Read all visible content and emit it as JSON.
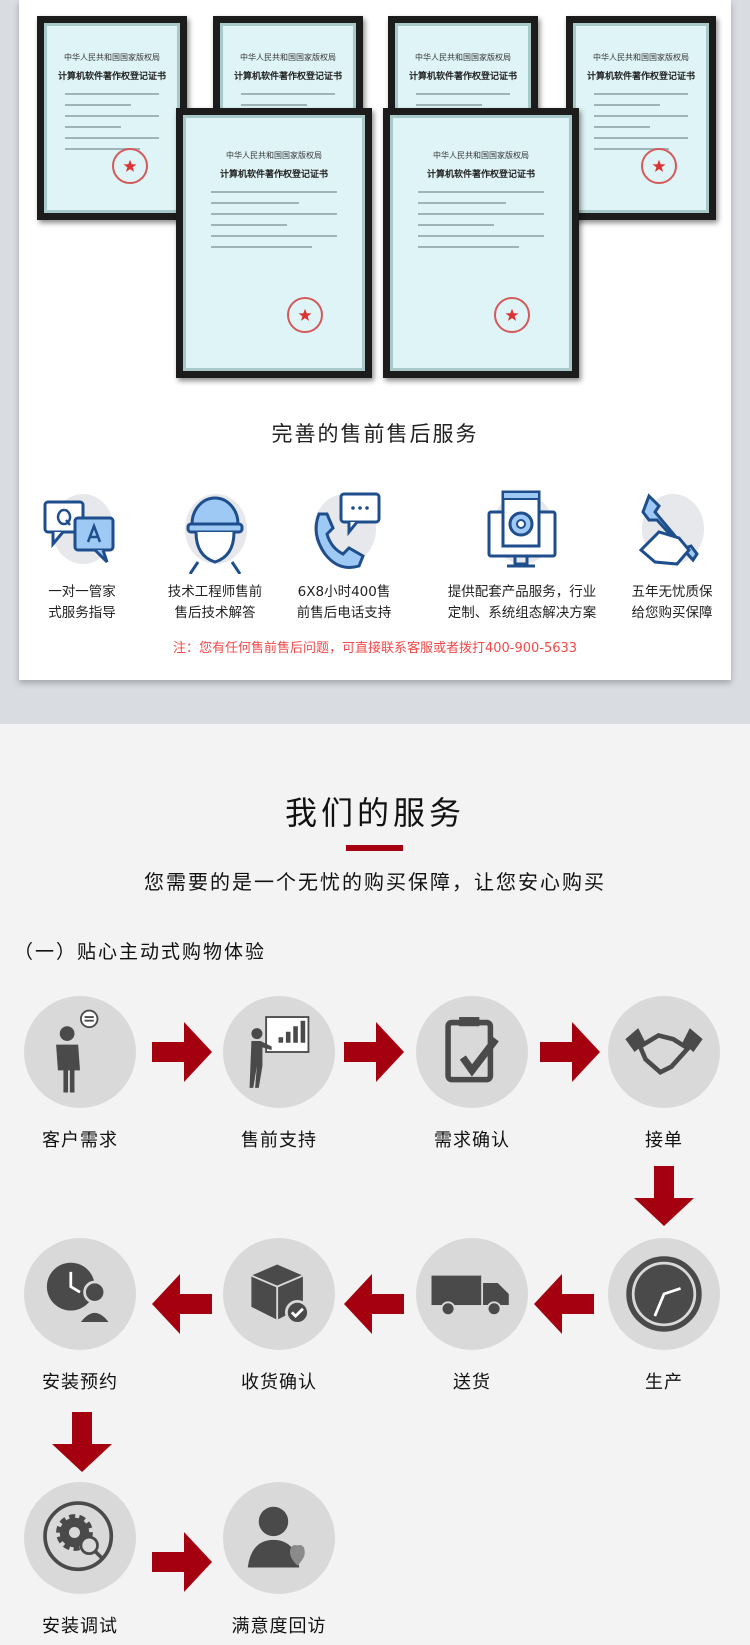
{
  "certificates": {
    "issuer": "中华人民共和国国家版权局",
    "title": "计算机软件著作权登记证书",
    "count": 6
  },
  "service_section": {
    "title": "完善的售前售后服务",
    "items": [
      {
        "icon": "qa-chat-icon",
        "line1": "一对一管家",
        "line2": "式服务指导"
      },
      {
        "icon": "engineer-helmet-icon",
        "line1": "技术工程师售前",
        "line2": "售后技术解答"
      },
      {
        "icon": "phone-chat-icon",
        "line1": "6X8小时400售",
        "line2": "前售后电话支持"
      },
      {
        "icon": "monitor-gear-icon",
        "line1": "提供配套产品服务，行业",
        "line2": "定制、系统组态解决方案"
      },
      {
        "icon": "wrench-hand-icon",
        "line1": "五年无忧质保",
        "line2": "给您购买保障"
      }
    ],
    "note": "注：您有任何售前售后问题，可直接联系客服或者拨打400-900-5633"
  },
  "our_services": {
    "title": "我们的服务",
    "subtitle": "您需要的是一个无忧的购买保障，让您安心购买",
    "section_heading": "（一）贴心主动式购物体验",
    "accent_color": "#a5000f",
    "steps": [
      {
        "label": "客户需求",
        "icon": "customer-speech-icon"
      },
      {
        "label": "售前支持",
        "icon": "presentation-chart-icon"
      },
      {
        "label": "需求确认",
        "icon": "clipboard-check-icon"
      },
      {
        "label": "接单",
        "icon": "handshake-icon"
      },
      {
        "label": "生产",
        "icon": "clock-icon"
      },
      {
        "label": "送货",
        "icon": "truck-icon"
      },
      {
        "label": "收货确认",
        "icon": "package-check-icon"
      },
      {
        "label": "安装预约",
        "icon": "clock-person-icon"
      },
      {
        "label": "安装调试",
        "icon": "gear-search-icon"
      },
      {
        "label": "满意度回访",
        "icon": "person-heart-icon"
      }
    ]
  }
}
